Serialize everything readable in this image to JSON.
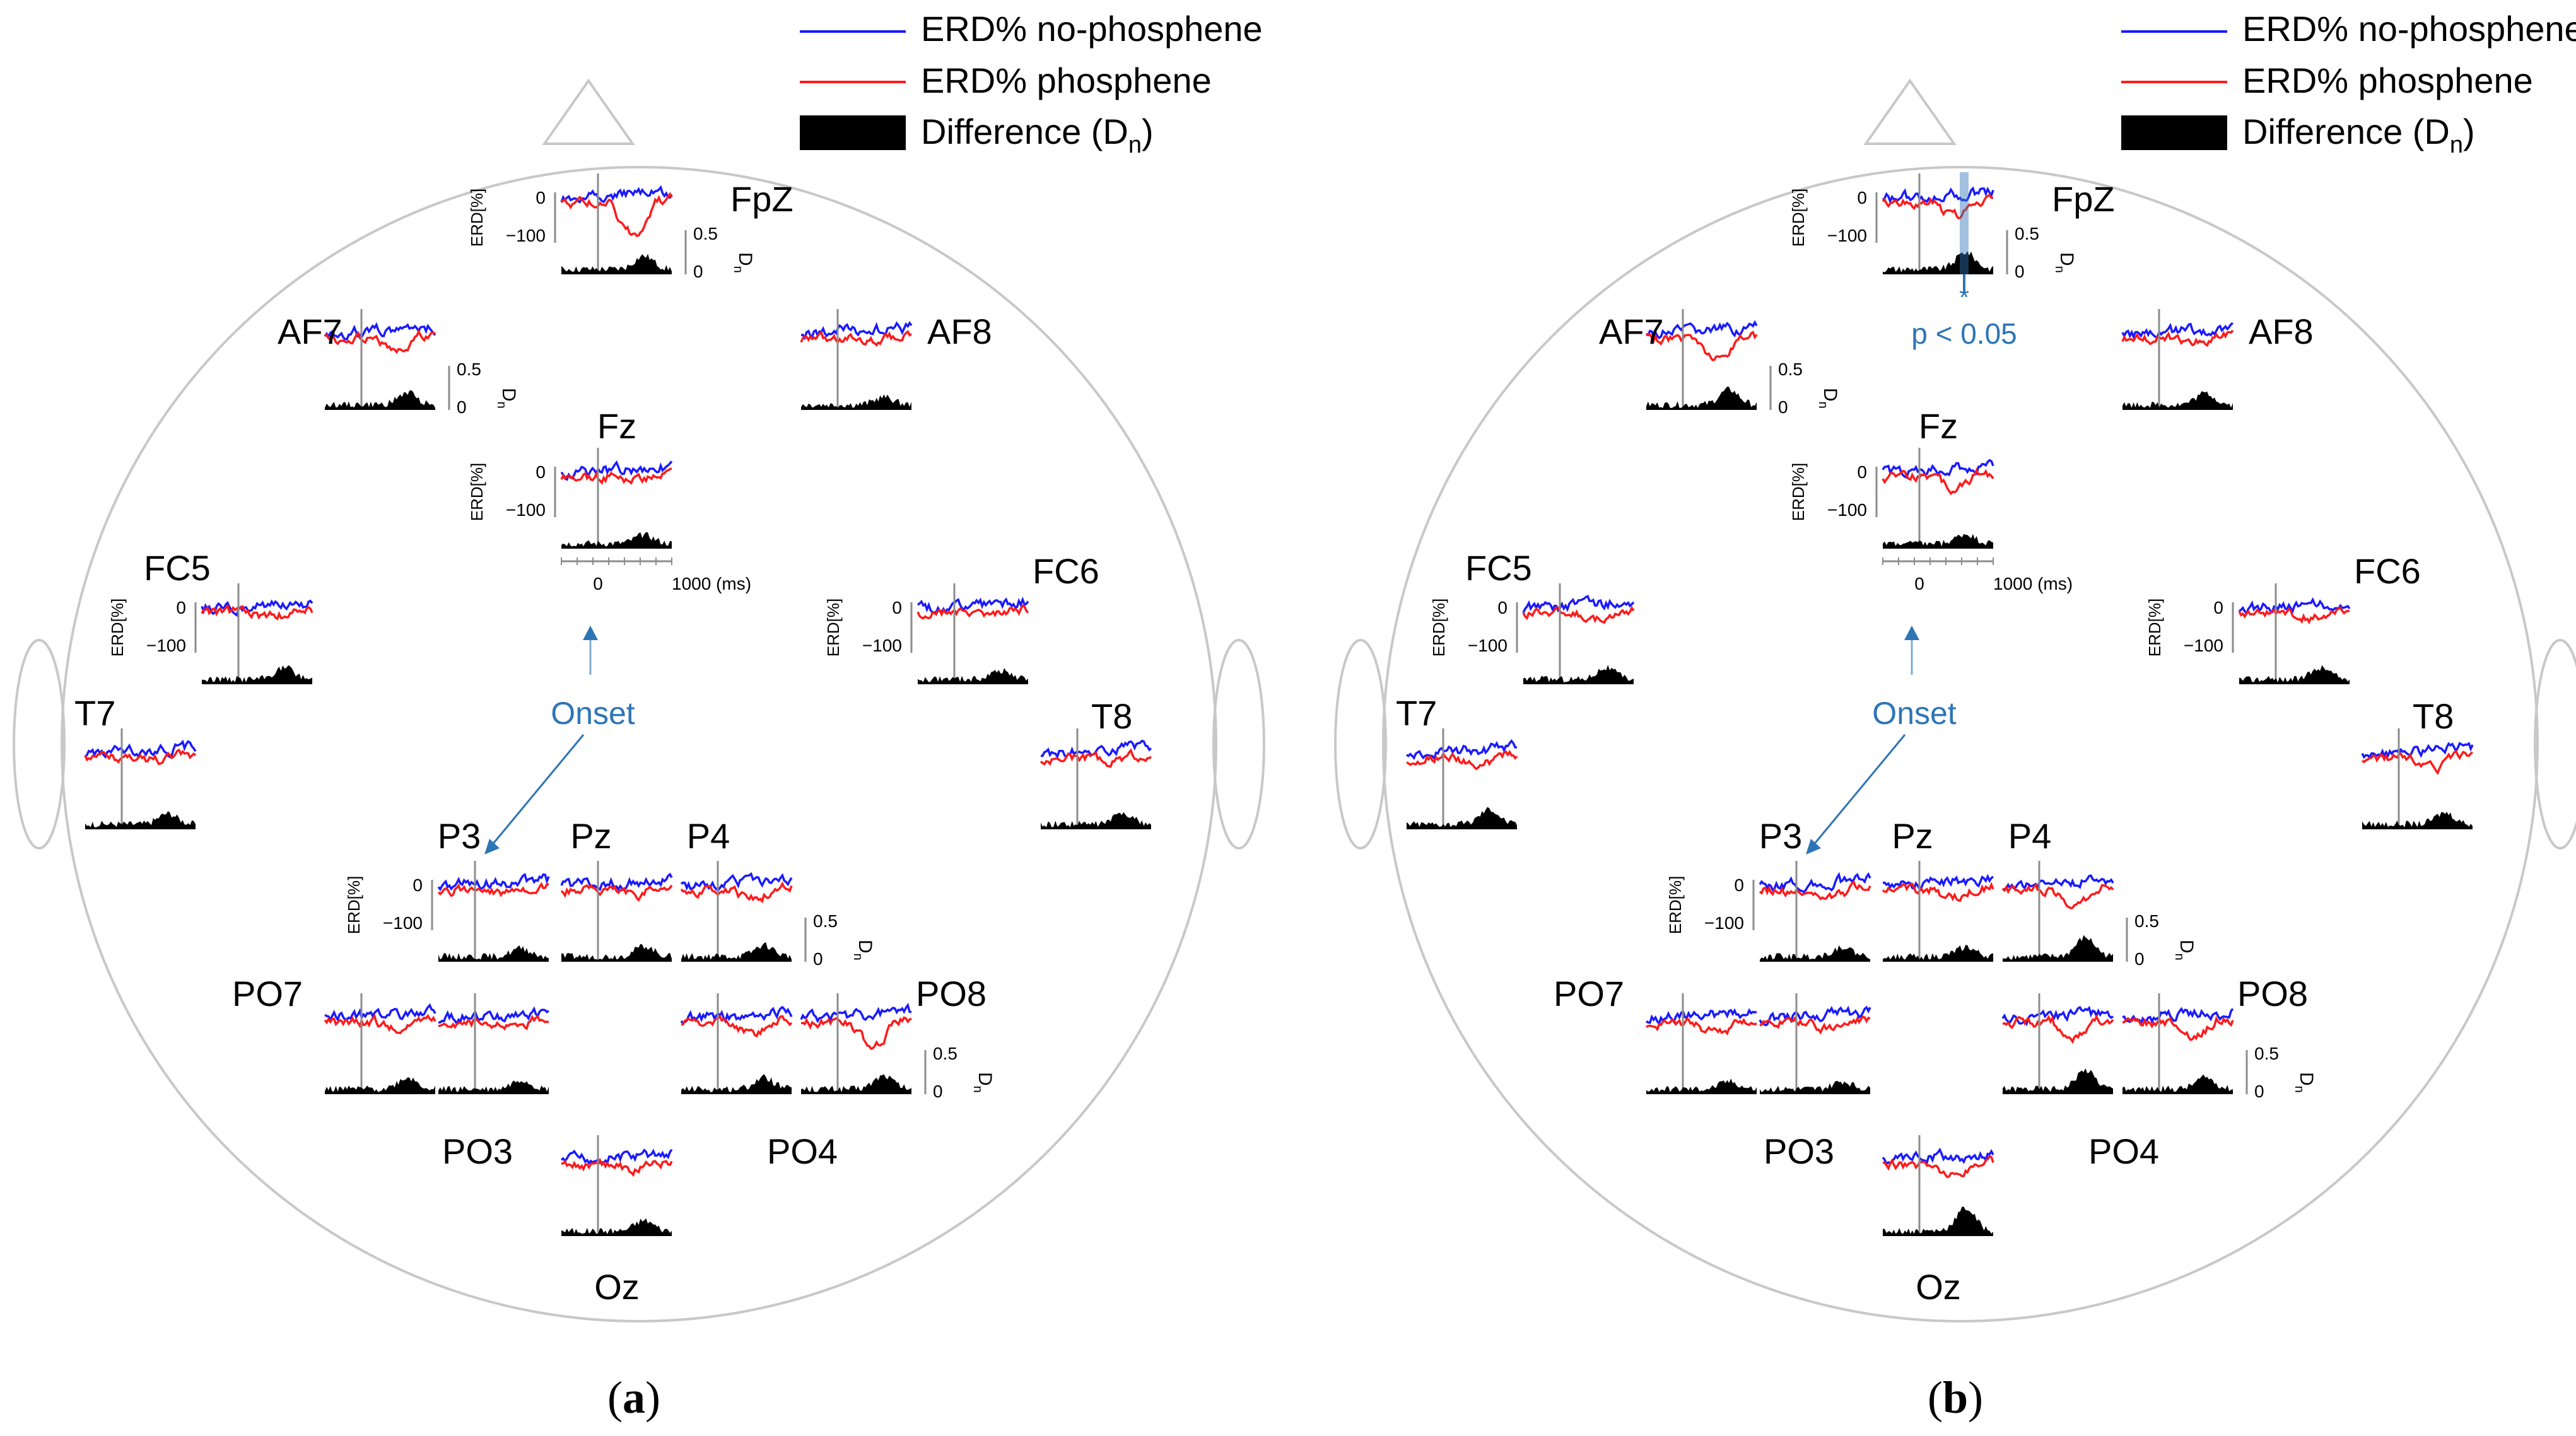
{
  "legend": {
    "blue_label": "ERD% no-phosphene",
    "red_label": "ERD% phosphene",
    "diff_label": "Difference (D",
    "diff_sub": "n",
    "diff_close": ")"
  },
  "colors": {
    "blue": "#1a1aff",
    "red": "#ff1a1a",
    "diff": "#000000",
    "accent": "#2e75b6",
    "head": "#c8c8c8",
    "axis": "#8c8c8c"
  },
  "axis_text": {
    "erd_label": "ERD[%]",
    "erd_zero": "0",
    "erd_min": "−100",
    "dn_top": "0.5",
    "dn_zero": "0",
    "dn_label": "D",
    "dn_sub": "n",
    "time_zero": "0",
    "time_end": "1000 (ms)"
  },
  "annotations": {
    "onset": "Onset",
    "star": "*",
    "pvalue": "p < 0.05"
  },
  "panels": [
    {
      "caption": "a",
      "channels": [
        {
          "name": "FpZ",
          "seed": 11,
          "dip": 0.62,
          "dmax": 0.35,
          "erd": true,
          "dn": true
        },
        {
          "name": "AF7",
          "seed": 12,
          "dip": 0.3,
          "dmax": 0.32,
          "dn": true
        },
        {
          "name": "AF8",
          "seed": 13,
          "dip": 0.08,
          "dmax": 0.2
        },
        {
          "name": "Fz",
          "seed": 14,
          "dip": 0.05,
          "dmax": 0.22,
          "erd": true,
          "time": true
        },
        {
          "name": "FC5",
          "seed": 15,
          "dip": 0.1,
          "dmax": 0.3,
          "erd": true
        },
        {
          "name": "FC6",
          "seed": 16,
          "dip": 0.07,
          "dmax": 0.22,
          "erd": true
        },
        {
          "name": "T7",
          "seed": 17,
          "dip": 0.08,
          "dmax": 0.28
        },
        {
          "name": "T8",
          "seed": 18,
          "dip": 0.1,
          "dmax": 0.3
        },
        {
          "name": "P3",
          "seed": 19,
          "dip": 0.1,
          "dmax": 0.22,
          "erd": true
        },
        {
          "name": "Pz",
          "seed": 20,
          "dip": 0.12,
          "dmax": 0.28
        },
        {
          "name": "P4",
          "seed": 21,
          "dip": 0.22,
          "dmax": 0.3,
          "dn": true
        },
        {
          "name": "PO7",
          "seed": 22,
          "dip": 0.12,
          "dmax": 0.3
        },
        {
          "name": "PO3",
          "seed": 23,
          "dip": 0.12,
          "dmax": 0.25
        },
        {
          "name": "PO4",
          "seed": 24,
          "dip": 0.25,
          "dmax": 0.3
        },
        {
          "name": "PO8",
          "seed": 25,
          "dip": 0.45,
          "dmax": 0.35,
          "dn": true
        },
        {
          "name": "Oz",
          "seed": 26,
          "dip": 0.15,
          "dmax": 0.28
        }
      ]
    },
    {
      "caption": "b",
      "channels": [
        {
          "name": "FpZ",
          "seed": 31,
          "dip": 0.3,
          "dmax": 0.45,
          "erd": true,
          "dn": true,
          "sig": true
        },
        {
          "name": "AF7",
          "seed": 32,
          "dip": 0.45,
          "dmax": 0.4,
          "dn": true
        },
        {
          "name": "AF8",
          "seed": 33,
          "dip": 0.12,
          "dmax": 0.3
        },
        {
          "name": "Fz",
          "seed": 34,
          "dip": 0.25,
          "dmax": 0.25,
          "erd": true,
          "time": true
        },
        {
          "name": "FC5",
          "seed": 35,
          "dip": 0.15,
          "dmax": 0.3,
          "erd": true
        },
        {
          "name": "FC6",
          "seed": 36,
          "dip": 0.12,
          "dmax": 0.3,
          "erd": true
        },
        {
          "name": "T7",
          "seed": 37,
          "dip": 0.2,
          "dmax": 0.4
        },
        {
          "name": "T8",
          "seed": 38,
          "dip": 0.25,
          "dmax": 0.3
        },
        {
          "name": "P3",
          "seed": 39,
          "dip": 0.15,
          "dmax": 0.25,
          "erd": true
        },
        {
          "name": "Pz",
          "seed": 40,
          "dip": 0.15,
          "dmax": 0.25
        },
        {
          "name": "P4",
          "seed": 41,
          "dip": 0.3,
          "dmax": 0.5,
          "dn": true
        },
        {
          "name": "PO7",
          "seed": 42,
          "dip": 0.25,
          "dmax": 0.2
        },
        {
          "name": "PO3",
          "seed": 43,
          "dip": 0.15,
          "dmax": 0.2
        },
        {
          "name": "PO4",
          "seed": 44,
          "dip": 0.35,
          "dmax": 0.5
        },
        {
          "name": "PO8",
          "seed": 45,
          "dip": 0.3,
          "dmax": 0.3,
          "dn": true
        },
        {
          "name": "Oz",
          "seed": 46,
          "dip": 0.25,
          "dmax": 0.6
        }
      ]
    }
  ]
}
